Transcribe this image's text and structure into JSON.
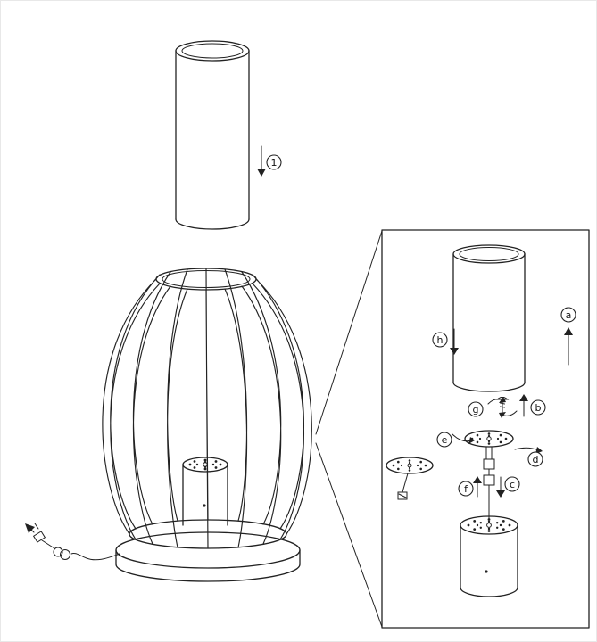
{
  "figure": {
    "type": "assembly-instruction-diagram",
    "subject": "cage table lamp with glass tube and LED module"
  },
  "colors": {
    "line": "#222222",
    "background": "#ffffff"
  },
  "labels": {
    "step1": "1",
    "a": "a",
    "b": "b",
    "c": "c",
    "d": "d",
    "e": "e",
    "f": "f",
    "g": "g",
    "h": "h"
  },
  "annotations": [
    {
      "id": "1",
      "arrow": "down",
      "target": "glass-tube into cage"
    },
    {
      "id": "a",
      "arrow": "up",
      "target": "detail tube"
    },
    {
      "id": "h",
      "arrow": "down",
      "target": "detail tube"
    },
    {
      "id": "g",
      "arrow": "rotate",
      "target": "screw"
    },
    {
      "id": "b",
      "arrow": "up",
      "target": "screw"
    },
    {
      "id": "e",
      "arrow": "curved",
      "target": "perforated plate"
    },
    {
      "id": "d",
      "arrow": "curved",
      "target": "perforated plate"
    },
    {
      "id": "f",
      "arrow": "up",
      "target": "stem connector"
    },
    {
      "id": "c",
      "arrow": "down",
      "target": "stem connector"
    }
  ]
}
